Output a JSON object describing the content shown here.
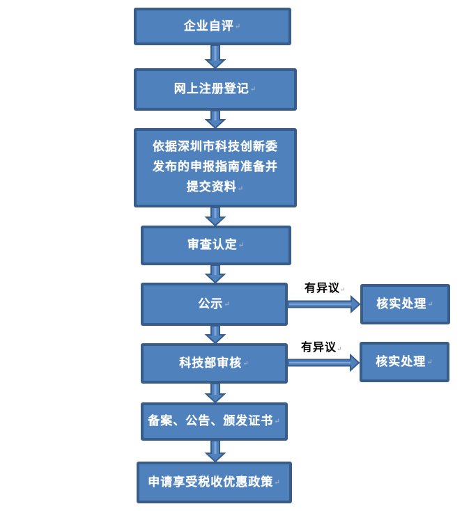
{
  "diagram": {
    "colors": {
      "box_fill": "#4f81bd",
      "box_border": "#385d8a",
      "text": "#ffffff"
    },
    "steps": [
      {
        "id": "self-eval",
        "label": "企业自评"
      },
      {
        "id": "online-register",
        "label": "网上注册登记"
      },
      {
        "id": "prepare-materials",
        "label_lines": [
          "依据深圳市科技创新委",
          "发布的申报指南准备并",
          "提交资料"
        ]
      },
      {
        "id": "review",
        "label": "审查认定"
      },
      {
        "id": "publicity",
        "label": "公示"
      },
      {
        "id": "ministry-review",
        "label": "科技部审核"
      },
      {
        "id": "certify",
        "label": "备案、公告、颁发证书"
      },
      {
        "id": "tax-benefit",
        "label": "申请享受税收优惠政策"
      }
    ],
    "branches": [
      {
        "from": "publicity",
        "condition": "有异议",
        "to_label": "核实处理"
      },
      {
        "from": "ministry-review",
        "condition": "有异议",
        "to_label": "核实处理"
      }
    ],
    "paragraph_mark": "↵"
  }
}
